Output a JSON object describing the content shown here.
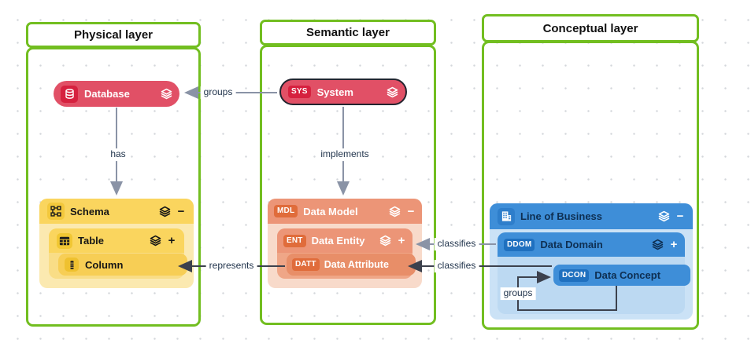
{
  "diagram": {
    "layers": [
      {
        "id": "physical",
        "title": "Physical layer"
      },
      {
        "id": "semantic",
        "title": "Semantic layer"
      },
      {
        "id": "conceptual",
        "title": "Conceptual layer"
      }
    ],
    "nodes": {
      "database": {
        "label": "Database"
      },
      "system": {
        "label": "System",
        "badge": "SYS",
        "selected": true
      },
      "schema": {
        "label": "Schema"
      },
      "table": {
        "label": "Table"
      },
      "column": {
        "label": "Column"
      },
      "data_model": {
        "label": "Data Model",
        "badge": "MDL"
      },
      "data_entity": {
        "label": "Data Entity",
        "badge": "ENT"
      },
      "data_attribute": {
        "label": "Data Attribute",
        "badge": "DATT"
      },
      "line_of_business": {
        "label": "Line of Business"
      },
      "data_domain": {
        "label": "Data Domain",
        "badge": "DDOM"
      },
      "data_concept": {
        "label": "Data Concept",
        "badge": "DCON"
      }
    },
    "edges": {
      "groups_system_database": "groups",
      "has_database_schema": "has",
      "implements_system_datamodel": "implements",
      "classifies_domain_entity": "classifies",
      "classifies_concept_attribute": "classifies",
      "represents_attribute_column": "represents",
      "groups_concept_self": "groups"
    },
    "icons": {
      "collapse": "−",
      "expand": "+",
      "layers": "layers-stack-icon",
      "database": "database-cylinder-icon",
      "schema": "schema-structure-icon",
      "table": "table-grid-icon",
      "column": "column-cells-icon",
      "line_of_business": "building-icon"
    },
    "colors": {
      "layer_border": "#72BE20",
      "red_node": "#E15066",
      "red_badge": "#D6213F",
      "yellow_header": "#FAD55E",
      "yellow_body": "#FBE9B0",
      "yellow_table": "#F9DD86",
      "yellow_column": "#F7CE55",
      "orange_header": "#EC9577",
      "orange_body": "#F8DACA",
      "orange_entity": "#EFA687",
      "orange_attribute": "#E88E68",
      "orange_badge": "#E06C3B",
      "blue_header": "#3E8ED8",
      "blue_body": "#CBE2F6",
      "blue_domain_body": "#BCD9F2",
      "blue_badge": "#1F70BF",
      "blue_text": "#0E2F52",
      "edge_gray": "#8A93A6",
      "edge_dark": "#3C414D"
    }
  }
}
